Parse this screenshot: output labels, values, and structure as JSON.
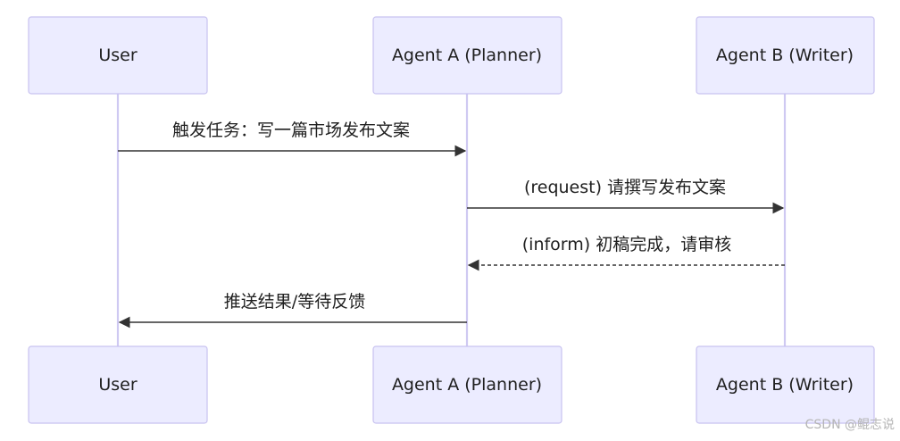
{
  "participants": [
    {
      "id": "user",
      "label": "User"
    },
    {
      "id": "agent_a",
      "label": "Agent A (Planner)"
    },
    {
      "id": "agent_b",
      "label": "Agent B (Writer)"
    }
  ],
  "messages": [
    {
      "from": "user",
      "to": "agent_a",
      "label": "触发任务：写一篇市场发布文案",
      "style": "solid"
    },
    {
      "from": "agent_a",
      "to": "agent_b",
      "label": "(request) 请撰写发布文案",
      "style": "solid"
    },
    {
      "from": "agent_b",
      "to": "agent_a",
      "label": "(inform) 初稿完成，请审核",
      "style": "dashed"
    },
    {
      "from": "agent_a",
      "to": "user",
      "label": "推送结果/等待反馈",
      "style": "solid"
    }
  ],
  "watermark": "CSDN @鲲志说",
  "colors": {
    "actor_fill": "#ececff",
    "actor_stroke": "#c8c2f0",
    "lifeline": "#cfc9f2",
    "arrow": "#333333"
  }
}
